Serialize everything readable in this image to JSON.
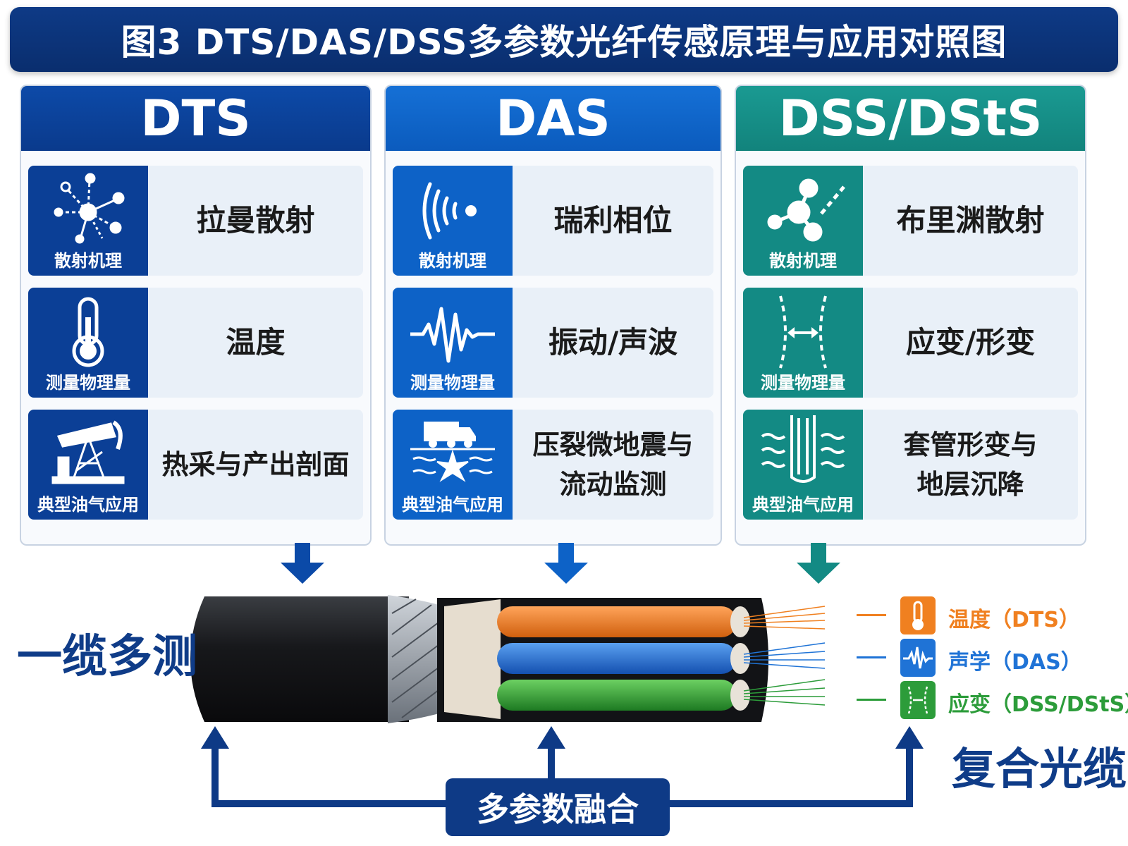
{
  "title": "图3 DTS/DAS/DSS多参数光纤传感原理与应用对照图",
  "colors": {
    "dts": "#0b3f96",
    "das": "#0d62c7",
    "dss": "#138a84",
    "orange": "#f08020",
    "blue": "#1f73d6",
    "green": "#2c9c3a",
    "navy": "#0f3c88"
  },
  "columns": [
    {
      "name": "DTS",
      "rows": [
        {
          "icon": "molecule-scatter-icon",
          "label": "散射机理",
          "value": "拉曼散射"
        },
        {
          "icon": "thermometer-icon",
          "label": "测量物理量",
          "value": "温度"
        },
        {
          "icon": "pumpjack-icon",
          "label": "典型油气应用",
          "value": "热采与产出剖面"
        }
      ]
    },
    {
      "name": "DAS",
      "rows": [
        {
          "icon": "wave-signal-icon",
          "label": "散射机理",
          "value": "瑞利相位"
        },
        {
          "icon": "vibration-waveform-icon",
          "label": "测量物理量",
          "value": "振动/声波"
        },
        {
          "icon": "frac-truck-icon",
          "label": "典型油气应用",
          "value": "压裂微地震与\n流动监测"
        }
      ]
    },
    {
      "name": "DSS/DStS",
      "rows": [
        {
          "icon": "brillouin-molecule-icon",
          "label": "散射机理",
          "value": "布里渊散射"
        },
        {
          "icon": "strain-arrow-icon",
          "label": "测量物理量",
          "value": "应变/形变"
        },
        {
          "icon": "casing-well-icon",
          "label": "典型油气应用",
          "value": "套管形变与\n地层沉降"
        }
      ]
    }
  ],
  "left_label": "一缆多测",
  "right_label": "复合光缆",
  "fusion_label": "多参数融合",
  "legend": [
    {
      "icon": "thermometer-icon",
      "text": "温度（DTS）",
      "color": "#f08020"
    },
    {
      "icon": "waveform-icon",
      "text": "声学（DAS）",
      "color": "#1f73d6"
    },
    {
      "icon": "strain-icon",
      "text": "应变（DSS/DStS）",
      "color": "#2c9c3a"
    }
  ]
}
